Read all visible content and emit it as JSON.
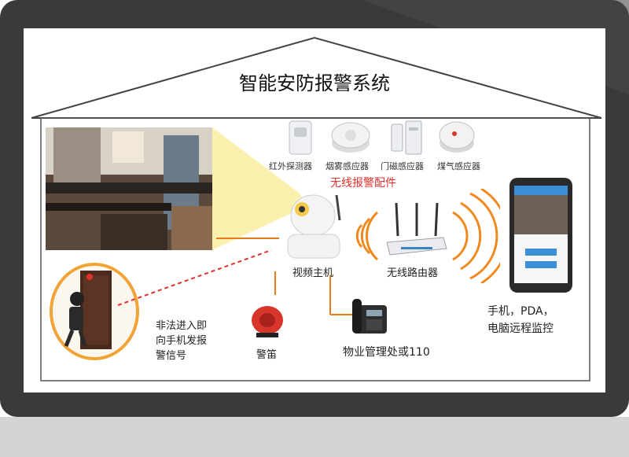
{
  "title": "智能安防报警系统",
  "sensors": {
    "items": [
      {
        "label": "红外探测器",
        "icon": "infrared-detector-icon"
      },
      {
        "label": "烟雾感应器",
        "icon": "smoke-detector-icon"
      },
      {
        "label": "门磁感应器",
        "icon": "door-sensor-icon"
      },
      {
        "label": "煤气感应器",
        "icon": "gas-detector-icon"
      }
    ],
    "group_label": "无线报警配件"
  },
  "host_label": "视频主机",
  "router_label": "无线路由器",
  "siren_label": "警笛",
  "property_label": "物业管理处或110",
  "intruder_text": [
    "非法进入即",
    "向手机发报",
    "警信号"
  ],
  "phone_text": [
    "手机，PDA，",
    "电脑远程监控"
  ],
  "colors": {
    "frame": "#3a3a3c",
    "accent_red": "#e0322c",
    "wave_orange": "#f08a1e",
    "beam_yellow": "#fbf0a6",
    "line_orange": "#e87a1a"
  }
}
